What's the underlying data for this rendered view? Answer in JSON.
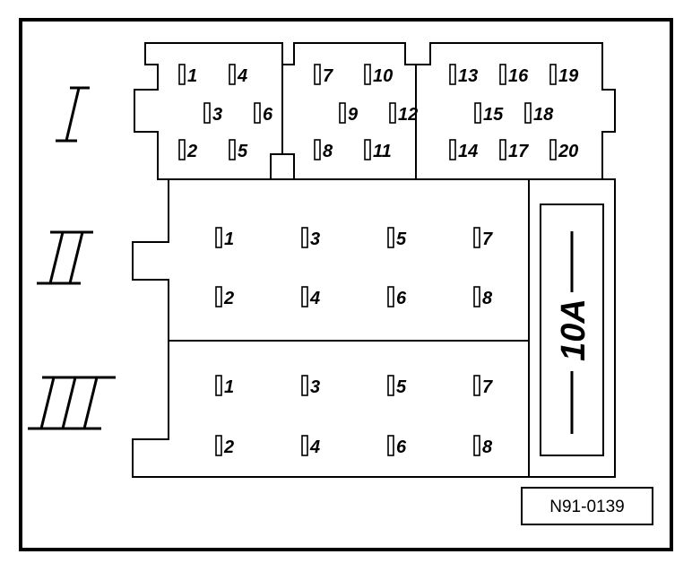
{
  "sections": [
    {
      "id": "I",
      "roman": "I"
    },
    {
      "id": "II",
      "roman": "II"
    },
    {
      "id": "III",
      "roman": "III"
    }
  ],
  "connector_I": {
    "pins": [
      "1",
      "4",
      "3",
      "6",
      "2",
      "5",
      "7",
      "10",
      "9",
      "12",
      "8",
      "11",
      "13",
      "16",
      "19",
      "15",
      "18",
      "14",
      "17",
      "20"
    ]
  },
  "connector_II": {
    "pins": [
      "1",
      "3",
      "5",
      "7",
      "2",
      "4",
      "6",
      "8"
    ]
  },
  "connector_III": {
    "pins": [
      "1",
      "3",
      "5",
      "7",
      "2",
      "4",
      "6",
      "8"
    ]
  },
  "fuse": {
    "label": "10A"
  },
  "figure_code": "N91-0139"
}
